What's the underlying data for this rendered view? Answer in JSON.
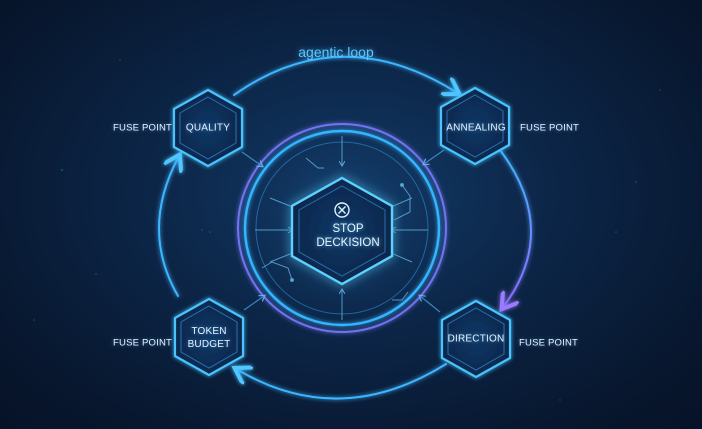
{
  "title": "agentic loop",
  "center": {
    "icon": "x-circle-icon",
    "line1": "STOP",
    "line2": "DECKISION"
  },
  "nodes": {
    "quality": {
      "label": "QUALITY",
      "fuse": "FUSE POINT"
    },
    "annealing": {
      "label": "ANNEALING",
      "fuse": "FUSE POINT"
    },
    "direction": {
      "label": "DIRECTION",
      "fuse": "FUSE POINT"
    },
    "token_budget": {
      "line1": "TOKEN",
      "line2": "BUDGET",
      "fuse": "FUSE POINT"
    }
  },
  "colors": {
    "background": "#0a1a33",
    "cyan": "#32b7ff",
    "violet": "#8a6bff",
    "text": "#e8f3ff"
  }
}
